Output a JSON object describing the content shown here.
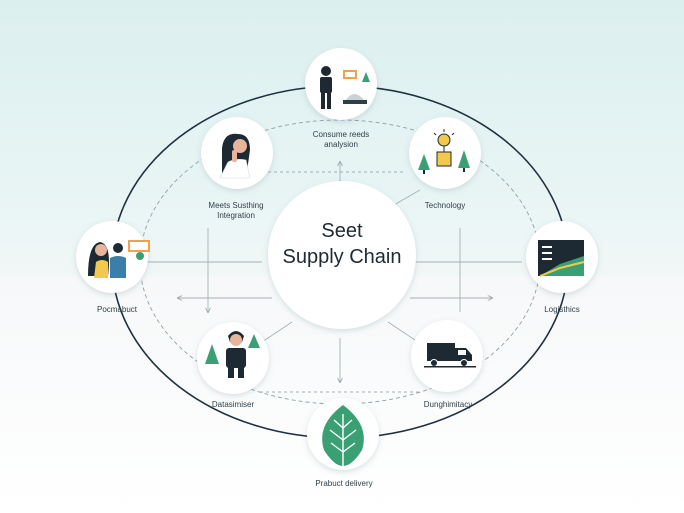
{
  "center": {
    "line1": "Seet",
    "line2": "Supply Chain"
  },
  "nodes": [
    {
      "id": "consumer-needs",
      "label": "Consume reeds analysion",
      "icon": "person-with-chart-icon"
    },
    {
      "id": "technology",
      "label": "Technology",
      "icon": "lightbulb-trees-icon"
    },
    {
      "id": "logistics",
      "label": "Logisthics",
      "icon": "dashboard-screen-icon"
    },
    {
      "id": "distribution",
      "label": "Dunghimitacy",
      "icon": "delivery-truck-icon"
    },
    {
      "id": "product-delivery",
      "label": "Prabuct delivery",
      "icon": "leaf-icon"
    },
    {
      "id": "data-sharing",
      "label": "Datasimiser",
      "icon": "person-trees-icon"
    },
    {
      "id": "procurement",
      "label": "Pocmabuct",
      "icon": "people-presentation-icon"
    },
    {
      "id": "meets-sustaining",
      "label": "Meets Susthing Integration",
      "icon": "woman-thinking-icon"
    }
  ],
  "colors": {
    "accent": "#2a7a5e",
    "ring": "#1f3040",
    "leaf": "#3aa074",
    "background_top": "#dcefef"
  }
}
